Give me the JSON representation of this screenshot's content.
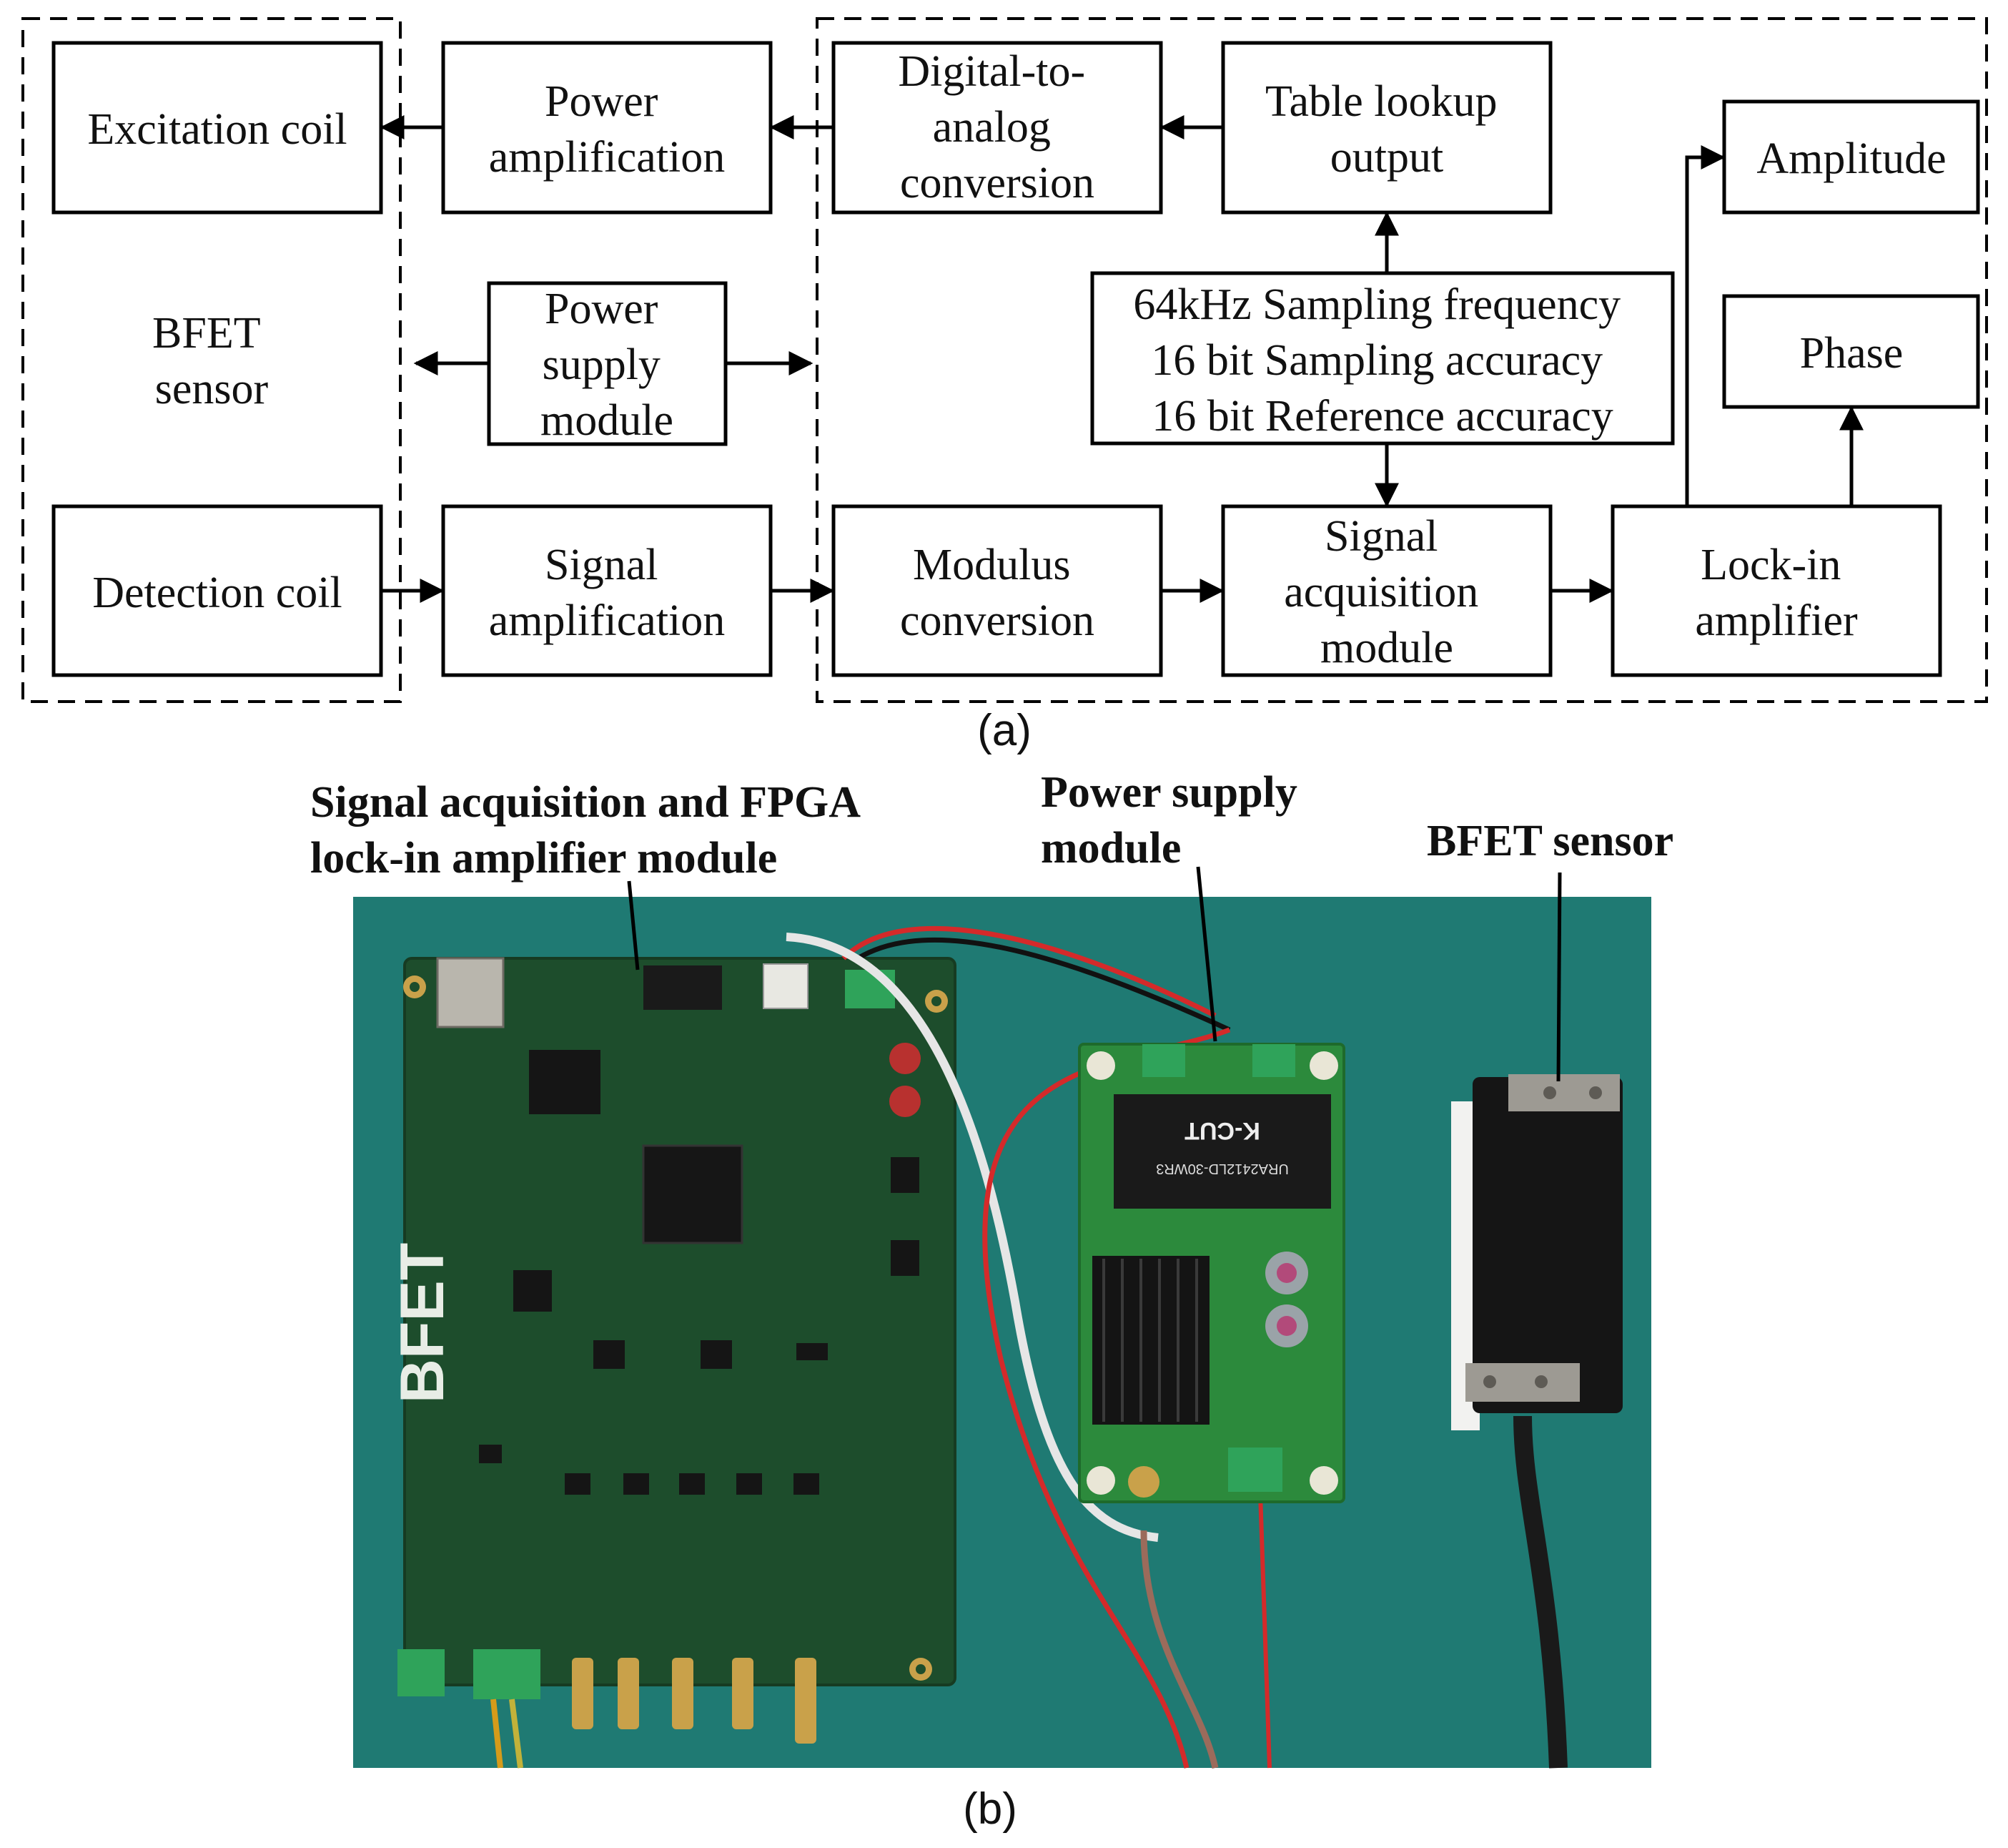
{
  "part_a": {
    "caption": "(a)",
    "blocks": {
      "excitation_coil": [
        "Excitation coil"
      ],
      "power_amplification": [
        "Power",
        "amplification"
      ],
      "dac": [
        "Digital-to-",
        "analog",
        "conversion"
      ],
      "table_lookup": [
        "Table lookup",
        "output"
      ],
      "amplitude": [
        "Amplitude"
      ],
      "bfet_sensor": [
        "BFET",
        "sensor"
      ],
      "power_supply": [
        "Power",
        "supply",
        "module"
      ],
      "sampling_specs": [
        "64kHz Sampling frequency",
        "16 bit Sampling accuracy",
        "16 bit Reference accuracy"
      ],
      "phase": [
        "Phase"
      ],
      "detection_coil": [
        "Detection coil"
      ],
      "signal_amplification": [
        "Signal",
        "amplification"
      ],
      "modulus_conversion": [
        "Modulus",
        "conversion"
      ],
      "signal_acquisition": [
        "Signal",
        "acquisition",
        "module"
      ],
      "lockin_amplifier": [
        "Lock-in",
        "amplifier"
      ]
    }
  },
  "part_b": {
    "caption": "(b)",
    "callouts": {
      "fpga_module": [
        "Signal acquisition and FPGA",
        "lock-in amplifier module"
      ],
      "power_supply_module": [
        "Power supply",
        "module"
      ],
      "bfet_sensor": [
        "BFET sensor"
      ]
    },
    "board_silkscreen": "BFET",
    "converter_label": "K-CUT",
    "converter_model": "URA2412LD-30WR3",
    "colors": {
      "mat": "#1f7a73",
      "pcb": "#1d4d2c",
      "power_pcb": "#2c8a3c",
      "terminal": "#2fa35a",
      "gold": "#c9a14a"
    }
  }
}
